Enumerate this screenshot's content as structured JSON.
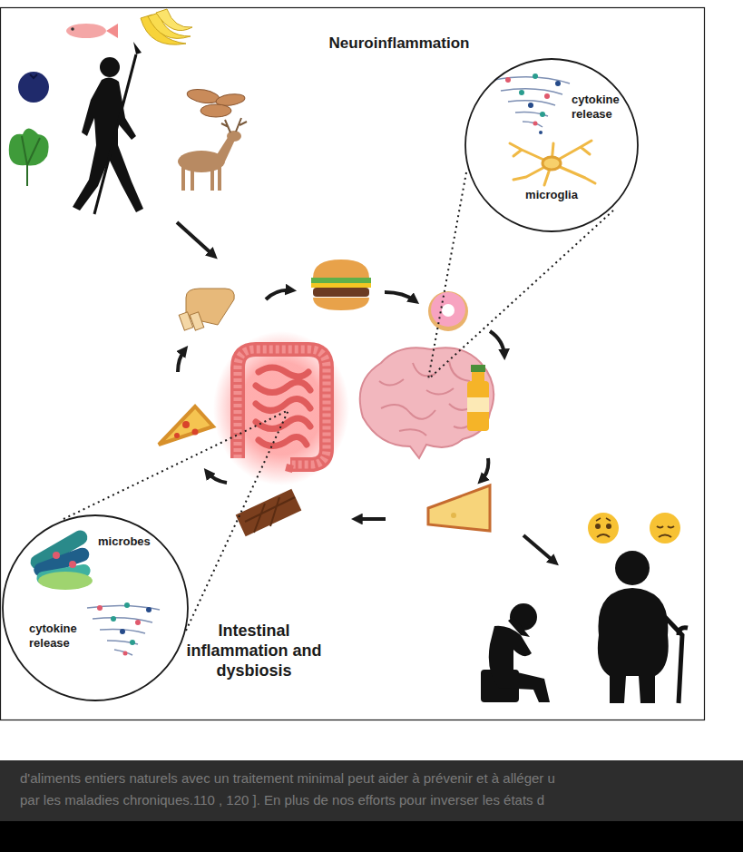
{
  "diagram": {
    "title": "Neuroinflammation",
    "nodes": [
      {
        "text": [
          "cytokine release",
          "microglia"
        ]
      },
      {
        "text": [
          "microbes",
          "cytokine release"
        ]
      }
    ],
    "labels": [
      "Intestinal inflammation and dysbiosis",
      "d'aliments entiers naturels avec un traitement minimal peut aider à prévenir et à alléger u",
      "par les maladies chroniques.110 , 120 ]. En plus de nos efforts pour inverser les états d"
    ]
  }
}
